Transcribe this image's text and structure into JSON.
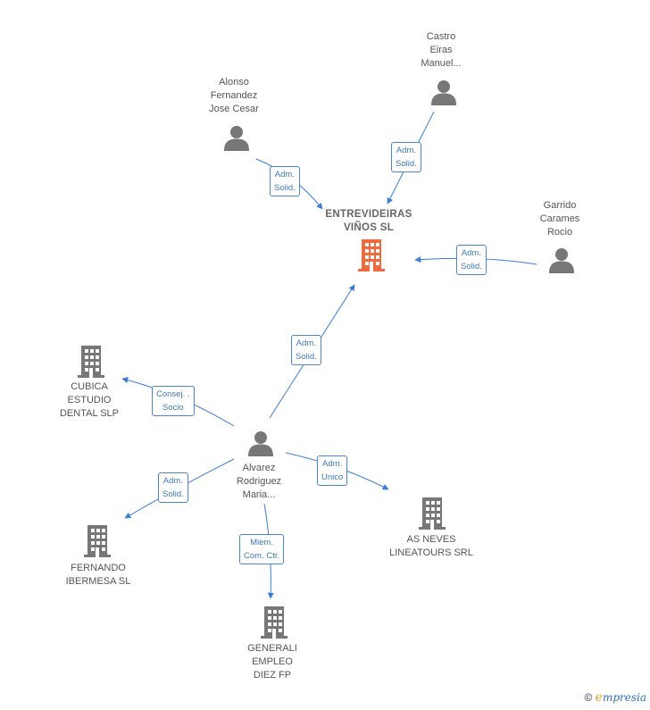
{
  "colors": {
    "edge": "#3b7dd8",
    "person": "#777777",
    "company": "#777777",
    "main": "#f06a3e"
  },
  "nodes": {
    "main": {
      "lines": [
        "ENTREVIDEIRAS",
        "VIÑOS  SL"
      ]
    },
    "castro": {
      "lines": [
        "Castro",
        "Eiras",
        "Manuel..."
      ]
    },
    "alonso": {
      "lines": [
        "Alonso",
        "Fernandez",
        "Jose Cesar"
      ]
    },
    "garrido": {
      "lines": [
        "Garrido",
        "Carames",
        "Rocio"
      ]
    },
    "alvarez": {
      "lines": [
        "Alvarez",
        "Rodriguez",
        "Maria..."
      ]
    },
    "cubica": {
      "lines": [
        "CUBICA",
        "ESTUDIO",
        "DENTAL  SLP"
      ]
    },
    "fernando": {
      "lines": [
        "FERNANDO",
        "IBERMESA  SL"
      ]
    },
    "generali": {
      "lines": [
        "GENERALI",
        "EMPLEO",
        "DIEZ FP"
      ]
    },
    "asneves": {
      "lines": [
        "AS NEVES",
        "LINEATOURS SRL"
      ]
    }
  },
  "edges": {
    "castro_main": {
      "lines": [
        "Adm.",
        "Solid."
      ]
    },
    "alonso_main": {
      "lines": [
        "Adm.",
        "Solid."
      ]
    },
    "garrido_main": {
      "lines": [
        "Adm.",
        "Solid."
      ]
    },
    "alvarez_main": {
      "lines": [
        "Adm.",
        "Solid."
      ]
    },
    "alvarez_cubica": {
      "lines": [
        "Consej. .",
        "Socio"
      ]
    },
    "alvarez_fernando": {
      "lines": [
        "Adm.",
        "Solid."
      ]
    },
    "alvarez_generali": {
      "lines": [
        "Miem.",
        "Com. Ctr."
      ]
    },
    "alvarez_asneves": {
      "lines": [
        "Adm.",
        "Unico"
      ]
    }
  },
  "footer": {
    "copyright": "©",
    "brand_initial": "e",
    "brand_rest": "mpresia"
  }
}
